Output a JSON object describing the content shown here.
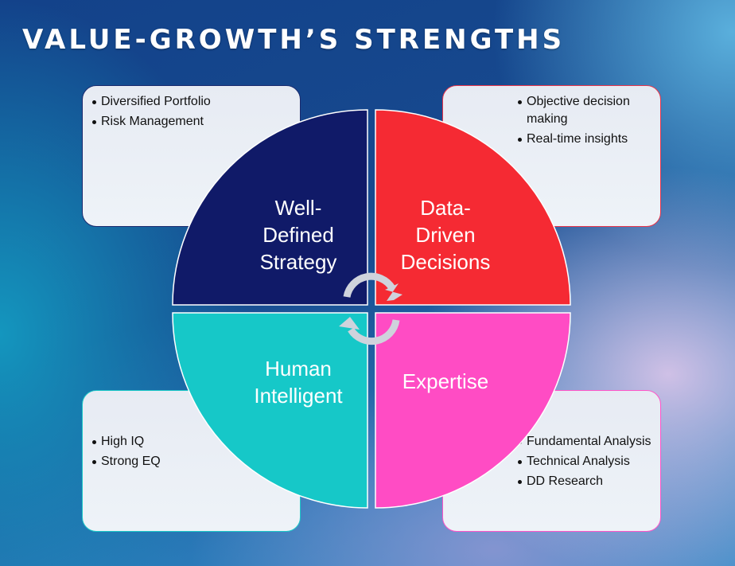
{
  "title": "VALUE-GROWTH’S STRENGTHS",
  "colors": {
    "strategy": "#101a68",
    "data": "#f52a33",
    "human": "#16c8c8",
    "expertise": "#ff4cc4",
    "arrow": "#cfd3dc"
  },
  "quadrants": [
    {
      "label": "Well-\nDefined\nStrategy",
      "points": [
        "Diversified Portfolio",
        "Risk Management"
      ]
    },
    {
      "label": "Data-\nDriven\nDecisions",
      "points": [
        "Objective decision making",
        "Real-time insights"
      ]
    },
    {
      "label": "Human\nIntelligent",
      "points": [
        "High IQ",
        "Strong EQ"
      ]
    },
    {
      "label": "Expertise",
      "points": [
        "Fundamental Analysis",
        "Technical Analysis",
        "DD Research"
      ]
    }
  ]
}
